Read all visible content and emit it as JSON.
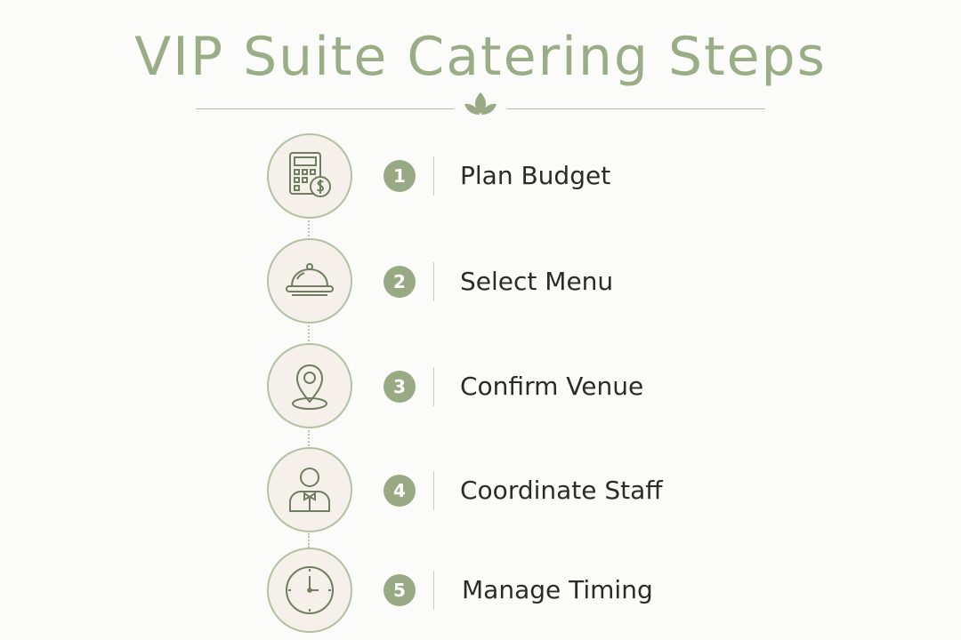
{
  "title": "VIP Suite Catering Steps",
  "accent_color": "#97aa84",
  "steps": [
    {
      "number": "1",
      "label": "Plan Budget",
      "icon": "calculator-dollar-icon"
    },
    {
      "number": "2",
      "label": "Select Menu",
      "icon": "cloche-icon"
    },
    {
      "number": "3",
      "label": "Confirm Venue",
      "icon": "map-pin-icon"
    },
    {
      "number": "4",
      "label": "Coordinate Staff",
      "icon": "waiter-icon"
    },
    {
      "number": "5",
      "label": "Manage Timing",
      "icon": "clock-icon"
    }
  ]
}
